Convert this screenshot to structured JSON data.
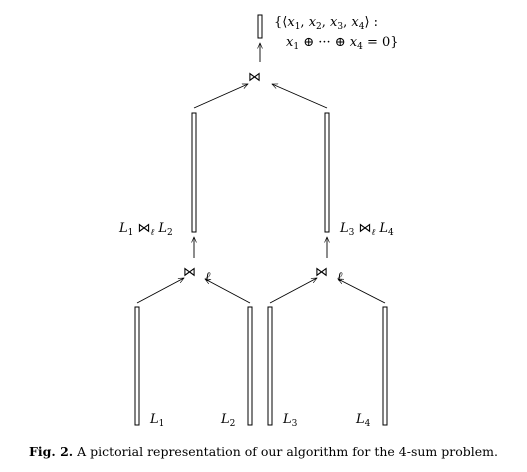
{
  "leaf_labels": {
    "l1": "L1",
    "l2": "L2",
    "l3": "L3",
    "l4": "L4"
  },
  "join_operator": {
    "symbol": "⋈",
    "subscript": "ℓ"
  },
  "intermediate_labels": {
    "left": "L1 ⋈ℓ L2",
    "right": "L3 ⋈ℓ L4"
  },
  "result_set": {
    "line1": "{⟨x1, x2, x3, x4⟩ :",
    "line2": "x1 ⊕ ··· ⊕ x4 = 0}"
  },
  "caption": {
    "label": "Fig. 2.",
    "text": "A pictorial representation of our algorithm for the 4-sum problem."
  }
}
